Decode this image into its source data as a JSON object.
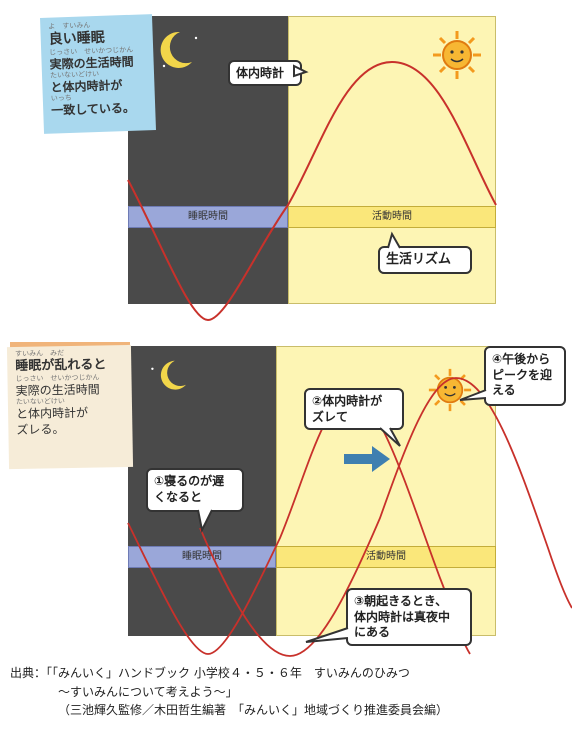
{
  "panel1": {
    "note": {
      "line1": "良い睡眠",
      "line2": "実際の生活時間",
      "line3": "と体内時計が",
      "line4": "一致している。"
    },
    "ruby": {
      "line1": "よ　すいみん",
      "line2": "じっさい　せいかつじかん",
      "line3": "たいないどけい",
      "line4": "いっち"
    },
    "sleep_bar": "睡眠時間",
    "active_bar": "活動時間",
    "clock_callout": "体内時計",
    "rhythm_callout": "生活リズム"
  },
  "panel2": {
    "note": {
      "line1": "睡眠が乱れると",
      "line2": "実際の生活時間",
      "line3": "と体内時計が",
      "line4": "ズレる。"
    },
    "ruby": {
      "line1": "すいみん　みだ",
      "line2": "じっさい　せいかつじかん",
      "line3": "たいないどけい"
    },
    "sleep_bar": "睡眠時間",
    "active_bar": "活動時間",
    "callout1": [
      "①寝るのが遅",
      "くなると"
    ],
    "callout2": [
      "②体内時計が",
      "ズレて"
    ],
    "callout3": [
      "③朝起きるとき、",
      "体内時計は真夜中",
      "にある"
    ],
    "callout4": [
      "④午後から",
      "ピークを迎",
      "える"
    ]
  },
  "source": {
    "line1": "出典：「「みんいく」ハンドブック 小学校４・５・６年　すいみんのひみつ",
    "line2": "～すいみんについて考えよう～」",
    "line3": "（三池輝久監修／木田哲生編著　「みんいく」地域づくり推進委員会編）"
  },
  "colors": {
    "night": "#4a4a4a",
    "day": "#fdf5b4",
    "sleep_bar": "#9aa7d9",
    "active_bar": "#fae77a",
    "curve": "#c8312b",
    "arrow": "#3f7fb0",
    "sun": "#f39a1e"
  },
  "icons": [
    "moon-icon",
    "star-icon",
    "sun-icon",
    "arrow-right-icon"
  ]
}
